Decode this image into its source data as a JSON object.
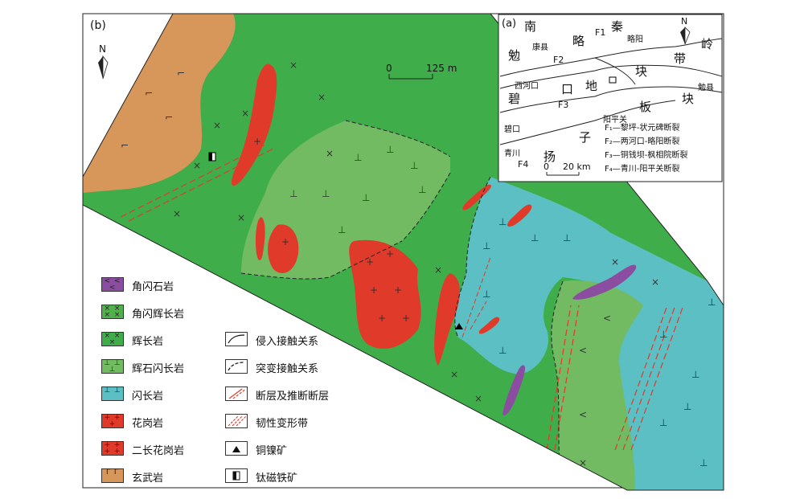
{
  "panel_b_label": "(b)",
  "panel_a_label": "(a)",
  "north_label": "N",
  "scale_b": {
    "zero": "0",
    "value": "125 m"
  },
  "scale_a": {
    "zero": "0",
    "value": "20 km"
  },
  "colors": {
    "gabbro": "#3fae4a",
    "pyroxene_diorite": "#72bb62",
    "diorite": "#5bbfc4",
    "granite": "#e03a2a",
    "monzogranite": "#e03a2a",
    "basalt": "#d7965a",
    "hornblendite": "#8a4da0",
    "hornblende_gabbro": "#52b04c"
  },
  "legend_rocks": [
    {
      "label": "角闪石岩",
      "color": "#8a4da0",
      "pattern": "< < <"
    },
    {
      "label": "角闪辉长岩",
      "color": "#52b04c",
      "pattern": "× × × ×"
    },
    {
      "label": "辉长岩",
      "color": "#3fae4a",
      "pattern": "× × ×"
    },
    {
      "label": "辉石闪长岩",
      "color": "#72bb62",
      "pattern": "⊥ ⊥ ⊥"
    },
    {
      "label": "闪长岩",
      "color": "#5bbfc4",
      "pattern": "⊥ ⊥"
    },
    {
      "label": "花岗岩",
      "color": "#e03a2a",
      "pattern": "+ + +"
    },
    {
      "label": "二长花岗岩",
      "color": "#e03a2a",
      "pattern": "+ + + +"
    },
    {
      "label": "玄武岩",
      "color": "#d7965a",
      "pattern": "Γ Γ"
    }
  ],
  "legend_symbols": [
    {
      "label": "侵入接触关系",
      "icon": "intrusive-contact-icon"
    },
    {
      "label": "突变接触关系",
      "icon": "abrupt-contact-icon"
    },
    {
      "label": "断层及推断断层",
      "icon": "fault-icon"
    },
    {
      "label": "韧性变形带",
      "icon": "ductile-shear-icon"
    },
    {
      "label": "铜镍矿",
      "icon": "cu-ni-ore-icon"
    },
    {
      "label": "钛磁铁矿",
      "icon": "titanomagnetite-icon"
    }
  ],
  "inset": {
    "regions": [
      "南",
      "秦",
      "岭",
      "勉",
      "略",
      "带",
      "碧",
      "口",
      "地",
      "块",
      "板",
      "块",
      "子",
      "扬"
    ],
    "places": [
      "康县",
      "略阳",
      "西河口",
      "勉县",
      "阳平关",
      "碧口",
      "青川"
    ],
    "faults": [
      "F1",
      "F2",
      "F3",
      "F4"
    ],
    "fault_notes": [
      "F₁—黎坪-状元碑断裂",
      "F₂—两河口-略阳断裂",
      "F₃—铜钱坝-枫相院断裂",
      "F₄—青川-阳平关断裂"
    ]
  }
}
